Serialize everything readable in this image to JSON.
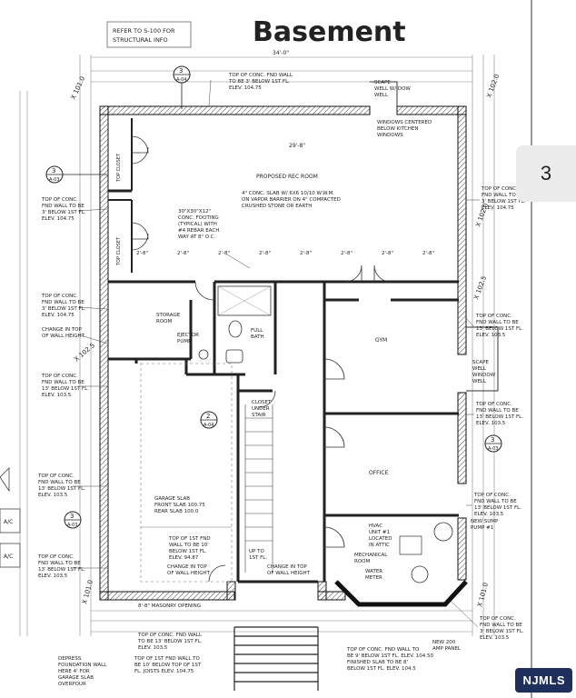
{
  "title": "Basement",
  "page_badge": "3",
  "logo": "NJMLS",
  "notes": {
    "refer": [
      "REFER TO S-100 FOR",
      "STRUCTURAL INFO"
    ],
    "top_wall_1": [
      "TOP OF CONC. FND WALL",
      "TO BE 3' BELOW 1ST FL.",
      "ELEV. 104.75"
    ],
    "scape_top": [
      "SCAPE",
      "WELL W/ DOW",
      "WELL"
    ],
    "windows_centered": [
      "WINDOWS CENTERED",
      "BELOW KITCHEN",
      "WINDOWS"
    ],
    "proposed_rec": "PROPOSED REC ROOM",
    "slab": [
      "4\" CONC. SLAB W/ 6X6 10/10 W.W.M.",
      "ON VAPOR BARRIER ON 4\" COMPACTED",
      "CRUSHED STONE OR EARTH"
    ],
    "footing": [
      "30\"X30\"X12\"",
      "CONC. FOOTING",
      "(TYPICAL) WITH",
      "#4 REBAR EACH",
      "WAY AT 8\" O.C."
    ],
    "left_top_wall": [
      "TOP OF CONC.",
      "FND WALL TO BE",
      "3' BELOW 1ST FL.",
      "ELEV. 104.75"
    ],
    "left_wall_2": [
      "TOP OF CONC.",
      "FND WALL TO BE",
      "3' BELOW 1ST FL.",
      "ELEV. 104.75"
    ],
    "change_in_top": [
      "CHANGE IN TOP",
      "OF WALL HEIGHT"
    ],
    "left_wall_3": [
      "TOP OF CONC.",
      "FND WALL TO BE",
      "13' BELOW 1ST FL.",
      "ELEV. 103.5"
    ],
    "left_wall_4": [
      "TOP OF CONC.",
      "FND WALL TO BE",
      "13' BELOW 1ST FL.",
      "ELEV. 103.5"
    ],
    "left_wall_5": [
      "TOP OF CONC.",
      "FND WALL TO BE",
      "13' BELOW 1ST FL.",
      "ELEV. 103.5"
    ],
    "storage": [
      "STORAGE",
      "ROOM"
    ],
    "ejector": [
      "EJECTOR",
      "PUMP"
    ],
    "full_bath": [
      "FULL",
      "BATH"
    ],
    "closet_under_stair": [
      "CLOSET",
      "UNDER",
      "STAIR"
    ],
    "gym": "GYM",
    "office": "OFFICE",
    "garage_slab": [
      "GARAGE SLAB",
      "FRONT SLAB 100.75",
      "REAR SLAB 100.0"
    ],
    "top_1st_fnd": [
      "TOP OF 1ST FND",
      "WALL TO BE 10'",
      "BELOW 1ST FL.",
      "ELEV. 94.87"
    ],
    "change_top_mid": [
      "CHANGE IN TOP",
      "OF WALL HEIGHT"
    ],
    "up_to_1st": [
      "UP TO",
      "1ST FL."
    ],
    "change_top_right": [
      "CHANGE IN TOP",
      "OF WALL HEIGHT"
    ],
    "mechanical": [
      "MECHANICAL",
      "ROOM"
    ],
    "hvac": [
      "HVAC",
      "UNIT #1",
      "LOCATED",
      "IN ATTIC"
    ],
    "water_meter": [
      "WATER",
      "METER"
    ],
    "new_200": [
      "NEW 200",
      "AMP PANEL"
    ],
    "masonry_opening": "8'-8\" MASONRY OPENING",
    "right_wall_1": [
      "TOP OF CONC.",
      "FND WALL TO BE",
      "3' BELOW 1ST FL.",
      "ELEV. 104.75"
    ],
    "right_wall_2": [
      "TOP OF CONC.",
      "FND WALL TO BE",
      "13' BELOW 1ST FL.",
      "ELEV. 103.5"
    ],
    "scape_right": [
      "SCAPE",
      "WELL",
      "WINDOW",
      "WELL"
    ],
    "right_wall_3": [
      "TOP OF CONC.",
      "FND WALL TO BE",
      "13' BELOW 1ST FL.",
      "ELEV. 103.5"
    ],
    "right_wall_4": [
      "TOP OF CONC.",
      "FND WALL TO BE",
      "13' BELOW 1ST FL.",
      "ELEV. 103.5"
    ],
    "new_sump": [
      "NEW SUMP",
      "PUMP #1"
    ],
    "right_wall_5": [
      "TOP OF CONC.",
      "FND WALL TO BE",
      "3' BELOW 1ST FL.",
      "ELEV. 103.5"
    ],
    "bottom_depress": [
      "DEPRESS",
      "FOUNDATION WALL",
      "HERE 4' FOR",
      "GARAGE SLAB",
      "OVERPOUR"
    ],
    "bottom_mid_1": [
      "TOP OF CONC. FND WALL",
      "TO BE 13' BELOW 1ST FL.",
      "ELEV. 103.5"
    ],
    "bottom_mid_2": [
      "TOP OF 1ST FND WALL TO",
      "BE 10' BELOW TOP OF 1ST",
      "FL. JOISTS ELEV. 104.75"
    ],
    "bottom_right": [
      "TOP OF CONC. FND WALL TO",
      "BE 9' BELOW 1ST FL. ELEV. 104.50",
      "FINISHED SLAB TO BE 8'",
      "BELOW 1ST FL. ELEV. 104.5"
    ],
    "section_a04": "A-04",
    "section_a03": "A-03",
    "section_num": "3",
    "section_num2": "2",
    "ac_1": "A/C",
    "ac_2": "A/C"
  },
  "dims": {
    "top_overall": "34'-0\"",
    "rec_width": "29'-8\"",
    "row_a": [
      "2'-8\"",
      "2'-8\"",
      "2'-8\"",
      "2'-8\"",
      "2'-8\"",
      "2'-8\"",
      "2'-8\"",
      "2'-8\""
    ],
    "angle_a": "X 101.0",
    "angle_b": "X 102.0",
    "angle_c": "X 102.5",
    "angle_d": "X 101.0"
  }
}
